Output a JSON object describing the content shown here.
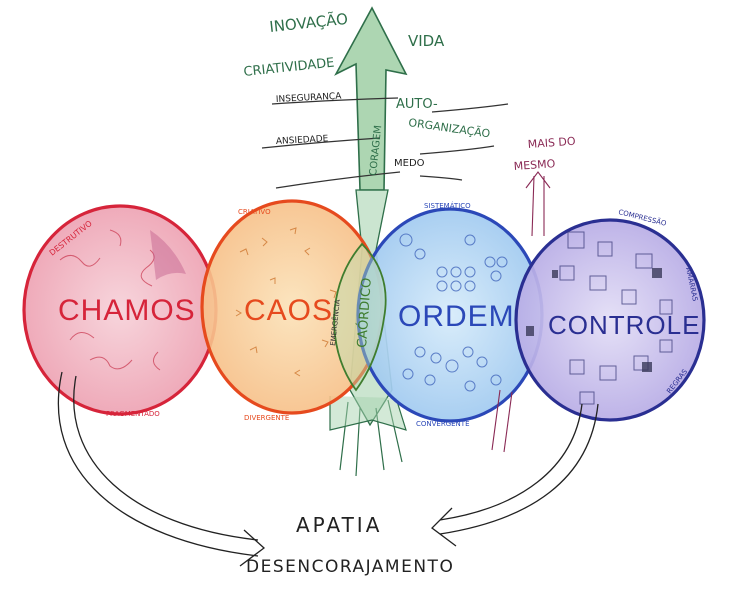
{
  "top": {
    "inovacao": "INOVAÇÃO",
    "criatividade": "CRIATIVIDADE",
    "vida": "VIDA",
    "inseguranca": "INSEGURANÇA",
    "ansiedade": "ANSIEDADE",
    "medo": "MEDO",
    "auto": "AUTO-",
    "organizacao": "ORGANIZAÇÃO",
    "coragem": "CORAGEM",
    "mais_do": "MAIS DO",
    "mesmo": "MESMO"
  },
  "circles": {
    "chamos": {
      "label": "CHAMOS",
      "top_note": "DESTRUTIVO",
      "bottom_note": "FRAGMENTADO",
      "color": "#d6243a",
      "fill": "#f3b4c2"
    },
    "caos": {
      "label": "CAOS",
      "top_note": "CRIATIVO",
      "bottom_note": "DIVERGENTE",
      "side_note": "EMERGÊNCIA",
      "color": "#e64a1e",
      "fill": "#f8cf90"
    },
    "ordem": {
      "label": "ORDEM",
      "top_note": "SISTEMÁTICO",
      "bottom_note": "CONVERGENTE",
      "color": "#2b48b8",
      "fill": "#a9cff0"
    },
    "controle": {
      "label": "CONTROLE",
      "top_note": "COMPRESSÃO",
      "side_note": "AMARRAS",
      "bottom_note": "REGRAS",
      "color": "#2a2f92",
      "fill": "#b8aee6"
    }
  },
  "center": {
    "caordico": "CAÓRDICO",
    "color": "#3f7d2e"
  },
  "bottom": {
    "apatia": "APATIA",
    "desencorajamento": "DESENCORAJAMENTO"
  }
}
